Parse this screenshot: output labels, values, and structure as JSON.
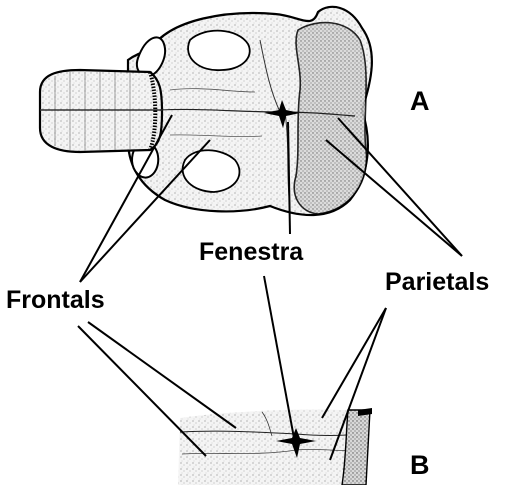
{
  "labels": {
    "frontals": "Frontals",
    "fenestra": "Fenestra",
    "parietals": "Parietals",
    "panel_a": "A",
    "panel_b": "B"
  },
  "colors": {
    "ink": "#000000",
    "bone_light": "#f2f2f2",
    "bone_stipple": "#8a8a8a",
    "background": "#ffffff"
  }
}
